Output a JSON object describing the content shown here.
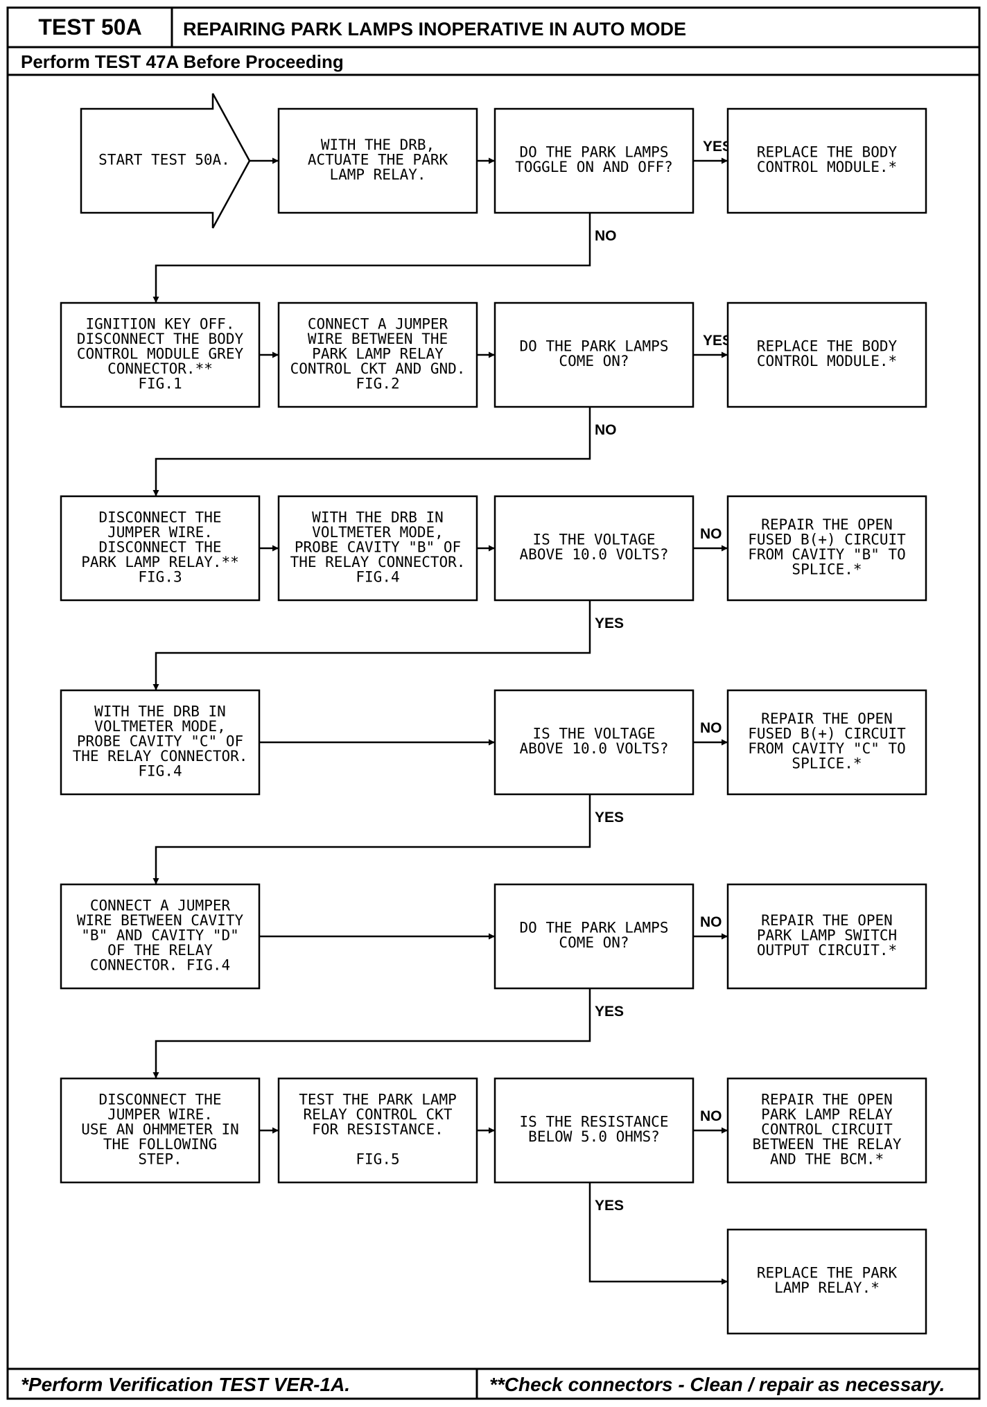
{
  "header": {
    "test_id": "TEST 50A",
    "title": "REPAIRING PARK LAMPS INOPERATIVE IN AUTO MODE",
    "prerequisite": "Perform TEST 47A Before Proceeding"
  },
  "footer": {
    "left": "*Perform Verification TEST VER-1A.",
    "right": "**Check connectors - Clean / repair as necessary."
  },
  "nodes": [
    {
      "id": "start",
      "lines": [
        "START TEST 50A."
      ]
    },
    {
      "id": "actuate-relay",
      "lines": [
        "WITH THE DRB,",
        "ACTUATE THE PARK",
        "LAMP RELAY."
      ]
    },
    {
      "id": "q-toggle",
      "lines": [
        "DO THE PARK LAMPS",
        "TOGGLE ON AND OFF?"
      ]
    },
    {
      "id": "replace-bcm-1",
      "lines": [
        "REPLACE THE BODY",
        "CONTROL MODULE.*"
      ]
    },
    {
      "id": "ignition-off",
      "lines": [
        "IGNITION KEY OFF.",
        "DISCONNECT THE BODY",
        "CONTROL MODULE GREY",
        "CONNECTOR.**",
        "FIG.1"
      ]
    },
    {
      "id": "connect-jumper-gnd",
      "lines": [
        "CONNECT A JUMPER",
        "WIRE BETWEEN THE",
        "PARK LAMP RELAY",
        "CONTROL CKT AND GND.",
        "FIG.2"
      ]
    },
    {
      "id": "q-come-on-1",
      "lines": [
        "DO THE PARK LAMPS",
        "COME ON?"
      ]
    },
    {
      "id": "replace-bcm-2",
      "lines": [
        "REPLACE THE BODY",
        "CONTROL MODULE.*"
      ]
    },
    {
      "id": "disconnect-jumper-relay",
      "lines": [
        "DISCONNECT THE",
        "JUMPER WIRE.",
        "DISCONNECT THE",
        "PARK LAMP RELAY.**",
        "FIG.3"
      ]
    },
    {
      "id": "probe-b",
      "lines": [
        "WITH THE DRB IN",
        "VOLTMETER MODE,",
        "PROBE CAVITY \"B\" OF",
        "THE RELAY CONNECTOR.",
        "FIG.4"
      ]
    },
    {
      "id": "q-voltage-1",
      "lines": [
        "IS THE VOLTAGE",
        "ABOVE 10.0 VOLTS?"
      ]
    },
    {
      "id": "repair-b",
      "lines": [
        "REPAIR THE OPEN",
        "FUSED B(+) CIRCUIT",
        "FROM CAVITY \"B\" TO",
        "SPLICE.*"
      ]
    },
    {
      "id": "probe-c",
      "lines": [
        "WITH THE DRB IN",
        "VOLTMETER MODE,",
        "PROBE CAVITY \"C\" OF",
        "THE RELAY CONNECTOR.",
        "FIG.4"
      ]
    },
    {
      "id": "q-voltage-2",
      "lines": [
        "IS THE VOLTAGE",
        "ABOVE 10.0 VOLTS?"
      ]
    },
    {
      "id": "repair-c",
      "lines": [
        "REPAIR THE OPEN",
        "FUSED B(+) CIRCUIT",
        "FROM CAVITY \"C\" TO",
        "SPLICE.*"
      ]
    },
    {
      "id": "connect-jumper-bd",
      "lines": [
        "CONNECT A JUMPER",
        "WIRE BETWEEN CAVITY",
        "\"B\" AND CAVITY \"D\"",
        "OF THE RELAY",
        "CONNECTOR. FIG.4"
      ]
    },
    {
      "id": "q-come-on-2",
      "lines": [
        "DO THE PARK LAMPS",
        "COME ON?"
      ]
    },
    {
      "id": "repair-switch",
      "lines": [
        "REPAIR THE OPEN",
        "PARK LAMP SWITCH",
        "OUTPUT CIRCUIT.*"
      ]
    },
    {
      "id": "disconnect-jumper-ohm",
      "lines": [
        "DISCONNECT THE",
        "JUMPER WIRE.",
        "USE AN OHMMETER IN",
        "THE FOLLOWING",
        "STEP."
      ]
    },
    {
      "id": "test-resistance",
      "lines": [
        "TEST THE PARK LAMP",
        "RELAY CONTROL CKT",
        "FOR RESISTANCE.",
        "",
        "FIG.5"
      ]
    },
    {
      "id": "q-resistance",
      "lines": [
        "IS THE RESISTANCE",
        "BELOW 5.0 OHMS?"
      ]
    },
    {
      "id": "repair-control",
      "lines": [
        "REPAIR THE OPEN",
        "PARK LAMP RELAY",
        "CONTROL CIRCUIT",
        "BETWEEN THE RELAY",
        "AND THE BCM.*"
      ]
    },
    {
      "id": "replace-relay",
      "lines": [
        "REPLACE THE PARK",
        "LAMP RELAY.*"
      ]
    }
  ],
  "edges": [
    {
      "id": "e1",
      "label": ""
    },
    {
      "id": "e2",
      "label": ""
    },
    {
      "id": "e3",
      "label": "YES"
    },
    {
      "id": "e4",
      "label": "NO"
    },
    {
      "id": "e5",
      "label": ""
    },
    {
      "id": "e6",
      "label": ""
    },
    {
      "id": "e7",
      "label": "YES"
    },
    {
      "id": "e8",
      "label": "NO"
    },
    {
      "id": "e9",
      "label": ""
    },
    {
      "id": "e10",
      "label": ""
    },
    {
      "id": "e11",
      "label": "NO"
    },
    {
      "id": "e12",
      "label": "YES"
    },
    {
      "id": "e13",
      "label": ""
    },
    {
      "id": "e14",
      "label": "NO"
    },
    {
      "id": "e15",
      "label": "YES"
    },
    {
      "id": "e16",
      "label": ""
    },
    {
      "id": "e17",
      "label": "NO"
    },
    {
      "id": "e18",
      "label": "YES"
    },
    {
      "id": "e19",
      "label": ""
    },
    {
      "id": "e20",
      "label": ""
    },
    {
      "id": "e21",
      "label": "NO"
    },
    {
      "id": "e22",
      "label": "YES"
    }
  ]
}
